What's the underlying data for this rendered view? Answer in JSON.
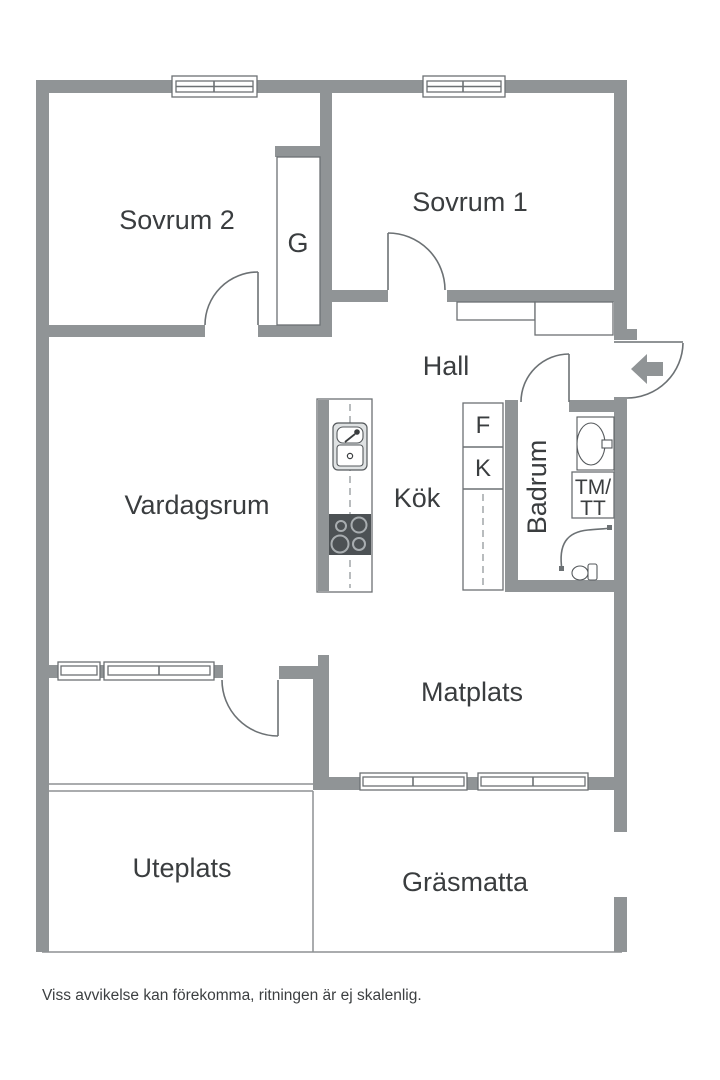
{
  "floorplan": {
    "rooms": {
      "sovrum2": "Sovrum 2",
      "sovrum1": "Sovrum 1",
      "garderob": "G",
      "hall": "Hall",
      "vardagsrum": "Vardagsrum",
      "kok": "Kök",
      "badrum": "Badrum",
      "matplats": "Matplats",
      "uteplats": "Uteplats",
      "grasmatta": "Gräsmatta"
    },
    "appliances": {
      "frys": "F",
      "kyl": "K",
      "tvatt_line1": "TM/",
      "tvatt_line2": "TT"
    },
    "icons": {
      "entrance-arrow-icon": "solid gray arrow pointing left into the entrance door opening",
      "sink-icon": "double-basin kitchen sink with faucet",
      "stove-icon": "four-burner stove top",
      "washbasin-icon": "oval bathroom washbasin with tap",
      "toilet-icon": "small side-view toilet",
      "shower-curtain-icon": "curved shower curtain line"
    },
    "colors": {
      "wall": "#909496",
      "outline": "#6c7174",
      "text": "#3a3d3f",
      "stove": "#4c5154"
    },
    "footer": "Viss avvikelse kan förekomma, ritningen är ej skalenlig."
  }
}
